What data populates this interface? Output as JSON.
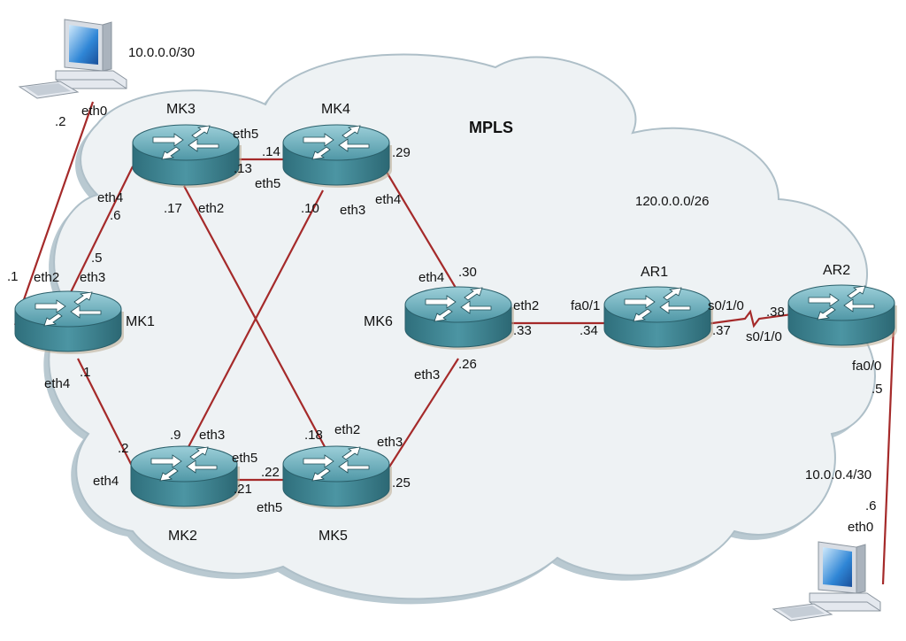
{
  "cloud_label": "MPLS",
  "network_label": "120.0.0.0/26",
  "colors": {
    "link": "#a52a2a",
    "cloud_fill": "#eef2f4",
    "cloud_edge": "#a9bcc6",
    "router_body": "#3f8a98"
  },
  "routers": [
    {
      "id": "MK3",
      "name": "MK3",
      "icon": "router-icon"
    },
    {
      "id": "MK4",
      "name": "MK4",
      "icon": "router-icon"
    },
    {
      "id": "MK1",
      "name": "MK1",
      "icon": "router-icon"
    },
    {
      "id": "MK6",
      "name": "MK6",
      "icon": "router-icon"
    },
    {
      "id": "AR1",
      "name": "AR1",
      "icon": "router-icon"
    },
    {
      "id": "AR2",
      "name": "AR2",
      "icon": "router-icon"
    },
    {
      "id": "MK2",
      "name": "MK2",
      "icon": "router-icon"
    },
    {
      "id": "MK5",
      "name": "MK5",
      "icon": "router-icon"
    }
  ],
  "computers": [
    {
      "id": "pc-left",
      "network": "10.0.0.0/30",
      "icon": "computer-icon"
    },
    {
      "id": "pc-right",
      "network": "10.0.0.4/30",
      "icon": "computer-icon"
    }
  ],
  "labels": [
    ".2",
    "eth0",
    ".1",
    "eth2",
    "eth3",
    ".5",
    ".6",
    "eth4",
    "eth5",
    ".13",
    ".14",
    "eth5",
    ".17",
    "eth2",
    ".10",
    "eth3",
    ".29",
    "eth4",
    "eth4",
    ".30",
    "eth2",
    ".33",
    "eth3",
    ".26",
    "fa0/1",
    ".34",
    "s0/1/0",
    ".37",
    ".38",
    "s0/1/0",
    "fa0/0",
    ".5",
    ".6",
    "eth0",
    "eth4",
    ".1",
    ".2",
    "eth4",
    ".9",
    "eth3",
    "eth5",
    ".21",
    ".22",
    "eth5",
    ".18",
    "eth2",
    "eth3",
    ".25"
  ]
}
